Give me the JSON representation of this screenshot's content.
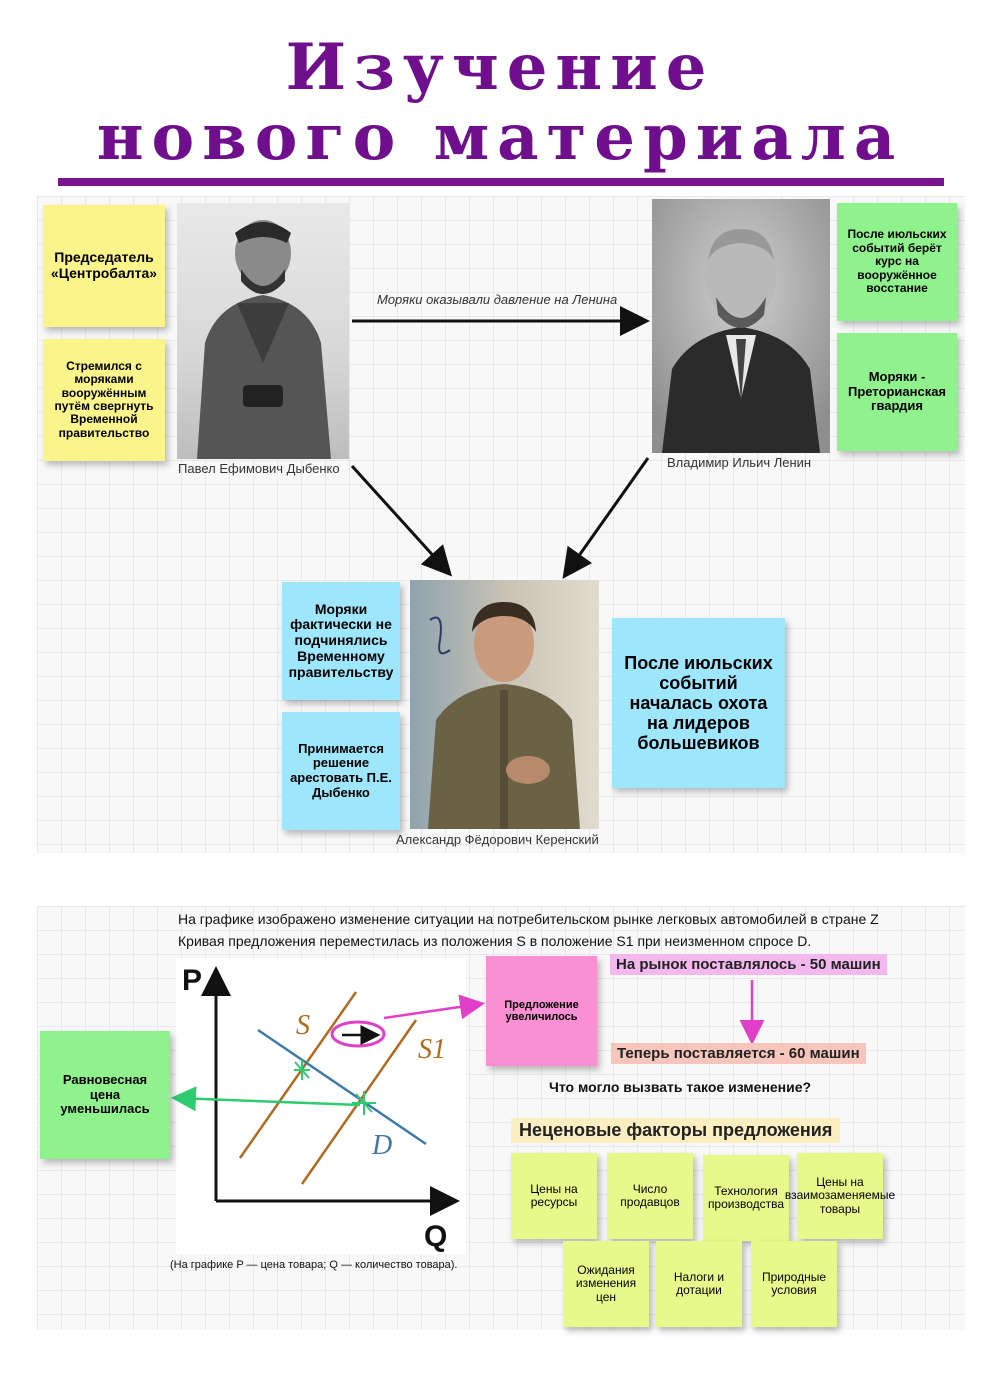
{
  "header": {
    "title_line1": "Изучение",
    "title_line2": "нового материала"
  },
  "diagram": {
    "dybenko": {
      "caption": "Павел Ефимович Дыбенко",
      "note_role": "Председатель «Центробалта»",
      "note_goal": "Стремился с моряками вооружённым путём свергнуть Временной правительство"
    },
    "lenin": {
      "caption": "Владимир Ильич Ленин",
      "note_course": "После июльских событий берёт курс на вооружённое восстание",
      "note_guard": "Моряки - Преторианская гвардия"
    },
    "kerensky": {
      "caption": "Александр Фёдорович Керенский",
      "note_sailors": "Моряки фактически не подчинялись Временному правительству",
      "note_arrest": "Принимается решение арестовать П.Е. Дыбенко",
      "note_hunt": "После июльских событий началась охота на лидеров большевиков"
    },
    "arrow_label": "Моряки оказывали давление на Ленина"
  },
  "economics": {
    "intro_line1": "На графике изображено изменение ситуации на потребительском рынке легковых автомобилей в стране Z",
    "intro_line2": "Кривая предложения переместилась из положения S в положение S1 при неизменном спросе D.",
    "note_supply": "Предложение увеличилось",
    "note_price": "Равновесная цена уменьшилась",
    "before": "На рынок поставлялось - 50 машин",
    "after": "Теперь поставляется - 60 машин",
    "question": "Что могло вызвать такое изменение?",
    "factors_title": "Неценовые факторы предложения",
    "factors": [
      "Цены на ресурсы",
      "Число продавцов",
      "Технология производства",
      "Цены на взаимозаменяемые товары",
      "Ожидания изменения цен",
      "Налоги и дотации",
      "Природные условия"
    ],
    "graph_caption": "(На графике P — цена товара; Q — количество товара).",
    "axis_p": "P",
    "axis_q": "Q",
    "label_s": "S",
    "label_s1": "S1",
    "label_d": "D"
  },
  "colors": {
    "title": "#6f0f8d",
    "supply_curve": "#b06a1e",
    "demand_curve": "#3f79a9",
    "equilibrium": "#2ecc71",
    "highlight_arrow": "#e040c8"
  }
}
